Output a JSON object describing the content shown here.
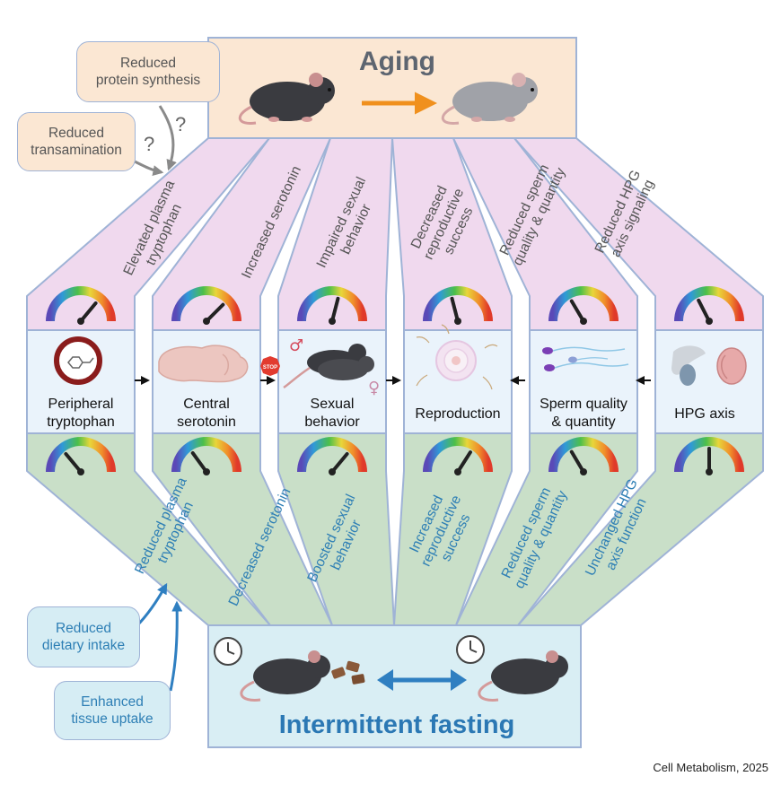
{
  "aging_box": {
    "title": "Aging"
  },
  "fasting_box": {
    "title": "Intermittent fasting"
  },
  "top_callouts": [
    {
      "lines": [
        "Reduced",
        "protein synthesis"
      ]
    },
    {
      "lines": [
        "Reduced",
        "transamination"
      ]
    }
  ],
  "top_question_marks": [
    "?",
    "?"
  ],
  "bottom_callouts": [
    {
      "lines": [
        "Reduced",
        "dietary intake"
      ]
    },
    {
      "lines": [
        "Enhanced",
        "tissue uptake"
      ]
    }
  ],
  "aging_effects": [
    {
      "lines": [
        "Elevated plasma",
        "tryptophan"
      ]
    },
    {
      "lines": [
        "Increased serotonin"
      ]
    },
    {
      "lines": [
        "Impaired sexual",
        "behavior"
      ]
    },
    {
      "lines": [
        "Decreased",
        "reproductive",
        "success"
      ]
    },
    {
      "lines": [
        "Reduced sperm",
        "quality & quantity"
      ]
    },
    {
      "lines": [
        "Reduced HPG",
        "axis signaling"
      ]
    }
  ],
  "fasting_effects": [
    {
      "lines": [
        "Reduced plasma",
        "tryptophan"
      ]
    },
    {
      "lines": [
        "Decreased serotonin"
      ]
    },
    {
      "lines": [
        "Boosted sexual",
        "behavior"
      ]
    },
    {
      "lines": [
        "Increased",
        "reproductive",
        "success"
      ]
    },
    {
      "lines": [
        "Reduced sperm",
        "quality & quantity"
      ]
    },
    {
      "lines": [
        "Unchanged HPG",
        "axis function"
      ]
    }
  ],
  "nodes": [
    {
      "lines": [
        "Peripheral",
        "tryptophan"
      ],
      "icon": "tryptophan-molecule-icon"
    },
    {
      "lines": [
        "Central",
        "serotonin"
      ],
      "icon": "brain-icon"
    },
    {
      "lines": [
        "Sexual",
        "behavior"
      ],
      "icon": "mating-mice-icon"
    },
    {
      "lines": [
        "Reproduction"
      ],
      "icon": "egg-sperm-icon"
    },
    {
      "lines": [
        "Sperm quality",
        "& quantity"
      ],
      "icon": "sperm-icon"
    },
    {
      "lines": [
        "HPG axis"
      ],
      "icon": "pituitary-testis-icon"
    }
  ],
  "gauges": {
    "top_levels": [
      0.72,
      0.75,
      0.58,
      0.42,
      0.33,
      0.35
    ],
    "bottom_levels": [
      0.28,
      0.3,
      0.72,
      0.68,
      0.33,
      0.5
    ]
  },
  "stop_sign": "STOP",
  "sex_symbols": {
    "male": "♂",
    "female": "♀"
  },
  "colors": {
    "aging_fill": "#fbe7d3",
    "aging_column": "#f0d9ee",
    "fasting_fill": "#d9eef4",
    "fasting_column": "#c9dfc8",
    "border": "#9fb3d6",
    "aging_arrow": "#f0901d",
    "fasting_arrow": "#2f7fc1"
  },
  "credit": "Cell Metabolism, 2025"
}
